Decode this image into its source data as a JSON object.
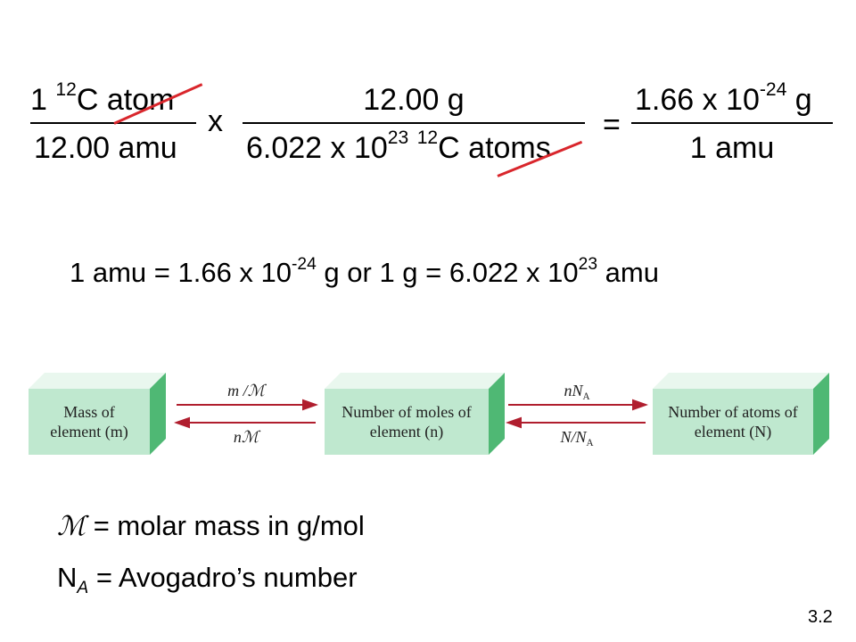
{
  "equation": {
    "frac1": {
      "num_prefix": "1 ",
      "num_sup": "12",
      "num_suffix": "C atom",
      "den": "12.00 amu"
    },
    "times_sign": "x",
    "frac2": {
      "num": "12.00 g",
      "den_prefix": "6.022 x 10",
      "den_exp": "23",
      "den_space": " ",
      "den_sup": "12",
      "den_suffix": "C atoms"
    },
    "equals_sign": "=",
    "frac3": {
      "num_prefix": "1.66 x 10",
      "num_exp": "-24",
      "num_suffix": " g",
      "den": "1 amu"
    }
  },
  "conversion": {
    "part1": "1 amu = 1.66 x 10",
    "exp1": "-24",
    "part2": " g  or 1 g = 6.022 x 10",
    "exp2": "23",
    "part3": " amu"
  },
  "diagram": {
    "box_mass": "Mass of element (m)",
    "box_moles": "Number of moles of element (n)",
    "box_atoms": "Number of atoms of element (N)",
    "arrow1_top": "m /ℳ",
    "arrow1_bottom": "nℳ",
    "arrow2_top": "nN",
    "arrow2_top_sub": "A",
    "arrow2_bottom": "N/N",
    "arrow2_bottom_sub": "A",
    "colors": {
      "box_front": "#bfe8cf",
      "box_side": "#4fb874",
      "arrow": "#b01e2e"
    }
  },
  "legend": {
    "molar_symbol": "ℳ",
    "molar_text": " = molar mass in g/mol",
    "avogadro_symbol": "N",
    "avogadro_sub": "A",
    "avogadro_text": " = Avogadro’s number"
  },
  "page_number": "3.2"
}
